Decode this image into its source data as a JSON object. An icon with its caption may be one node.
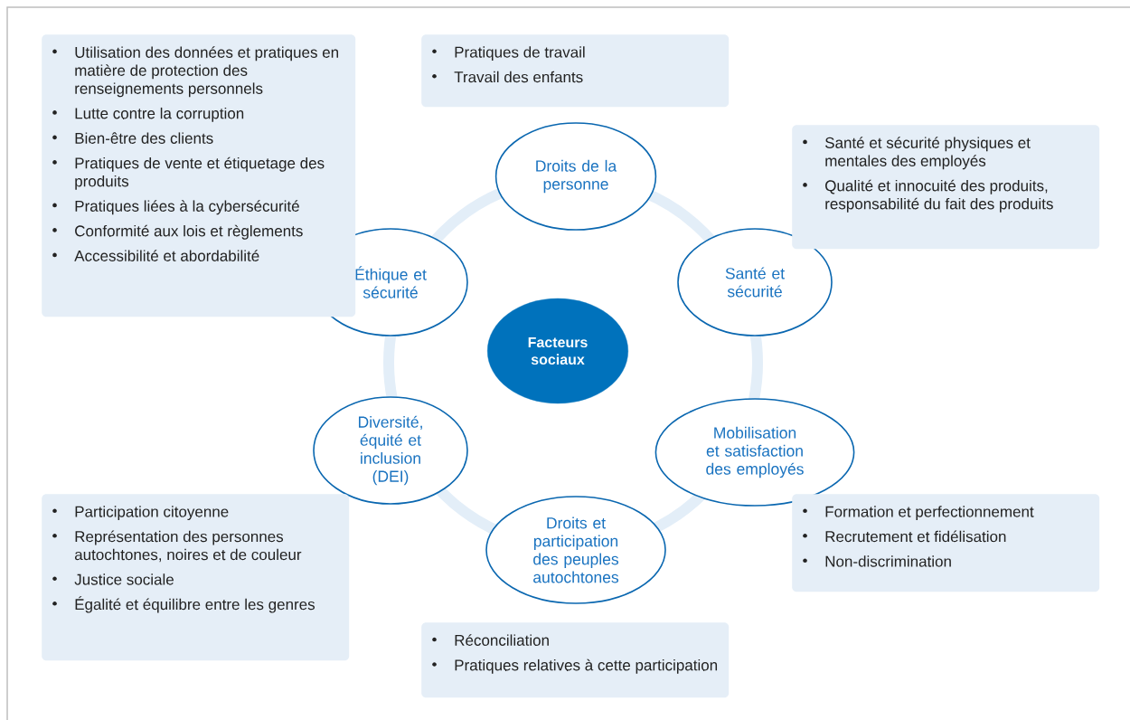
{
  "diagram": {
    "nodes": [
      {
        "text": [
          "Facteurs sociaux"
        ]
      },
      {
        "text": [
          "Droits de la personne"
        ]
      },
      {
        "text": [
          "Santé et sécurité"
        ]
      },
      {
        "text": [
          "Mobilisation et satisfaction des employés"
        ]
      },
      {
        "text": [
          "Droits et participation des peuples autochtones"
        ]
      },
      {
        "text": [
          "Diversité, équité et inclusion (DEI)"
        ]
      },
      {
        "text": [
          "Éthique et sécurité"
        ]
      },
      {
        "text": [
          "Utilisation des données et pratiques en matière de protection des renseignements personnels",
          "Lutte contre la corruption",
          "Bien-être des clients",
          "Pratiques de vente et étiquetage des produits",
          "Pratiques liées à la cybersécurité",
          "Conformité aux lois et règlements",
          "Accessibilité et abordabilité"
        ]
      },
      {
        "text": [
          "Pratiques de travail",
          "Travail des enfants"
        ]
      },
      {
        "text": [
          "Santé et sécurité physiques et mentales des employés",
          "Qualité et innocuité des produits, responsabilité du fait des produits"
        ]
      },
      {
        "text": [
          "Formation et perfectionnement",
          "Recrutement et fidélisation",
          "Non-discrimination"
        ]
      },
      {
        "text": [
          "Participation citoyenne",
          "Représentation des personnes autochtones, noires et de couleur",
          "Justice sociale",
          "Égalité et équilibre entre les genres"
        ]
      },
      {
        "text": [
          "Réconciliation",
          "Pratiques relatives à cette participation"
        ]
      }
    ]
  }
}
